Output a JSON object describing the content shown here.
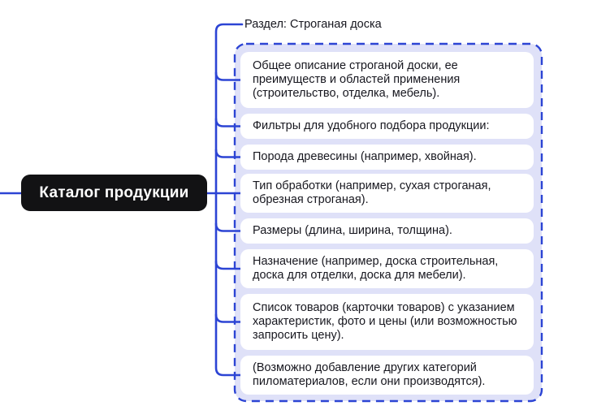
{
  "diagram": {
    "root": {
      "label": "Каталог продукции"
    },
    "section_label": "Раздел: Строганая доска",
    "group": {
      "items": [
        "Общее описание строганой доски, ее преимуществ и областей применения (строительство, отделка, мебель).",
        "Фильтры для удобного подбора продукции:",
        "Порода древесины (например, хвойная).",
        "Тип обработки (например, сухая строганая, обрезная строганая).",
        "Размеры (длина, ширина, толщина).",
        "Назначение (например, доска строительная, доска для отделки, доска для мебели).",
        "Список товаров (карточки товаров) с указанием характеристик, фото и цены (или возможностью запросить цену).",
        "(Возможно добавление других категорий пиломатериалов, если они производятся)."
      ]
    },
    "colors": {
      "connector_blue": "#2c44d4",
      "group_fill": "#dfe1f8",
      "root_fill": "#121214",
      "root_text": "#ffffff",
      "node_fill": "#ffffff",
      "text": "#17171f",
      "background": "#ffffff"
    }
  }
}
